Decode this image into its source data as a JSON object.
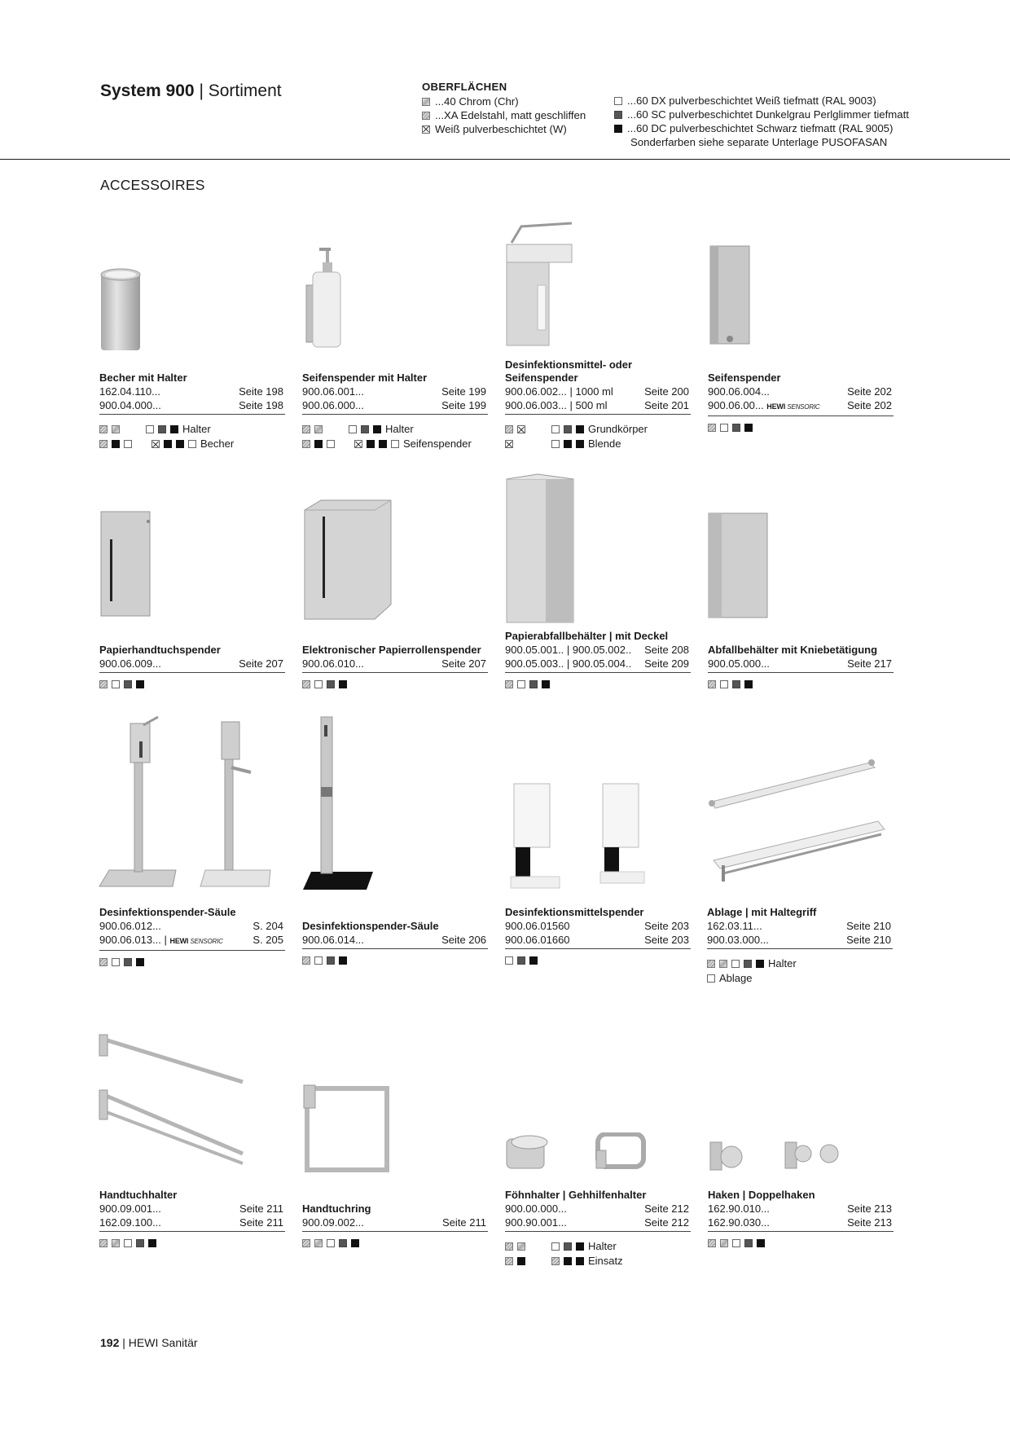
{
  "header": {
    "title_bold": "System 900",
    "title_sep": "|",
    "title_rest": "Sortiment",
    "finishes_heading": "OBERFLÄCHEN",
    "finishes_left": [
      {
        "swatch": "chr",
        "label": "...40 Chrom (Chr)"
      },
      {
        "swatch": "xa",
        "label": "...XA Edelstahl, matt geschliffen"
      },
      {
        "swatch": "w",
        "label": "Weiß pulverbeschichtet (W)"
      }
    ],
    "finishes_right": [
      {
        "swatch": "dx",
        "label": "...60 DX pulverbeschichtet Weiß tiefmatt (RAL 9003)"
      },
      {
        "swatch": "sc",
        "label": "...60 SC pulverbeschichtet Dunkelgrau Perlglimmer tiefmatt"
      },
      {
        "swatch": "dc",
        "label": "...60 DC pulverbeschichtet Schwarz tiefmatt (RAL 9005)"
      }
    ],
    "finishes_note": "Sonderfarben siehe separate Unterlage PUSOFASAN"
  },
  "section_title": "ACCESSOIRES",
  "sensoric": {
    "brand": "HEWI",
    "word": "SENSORIC"
  },
  "products": {
    "p1": {
      "title": "Becher mit Halter",
      "rows": [
        [
          "162.04.110...",
          "Seite 198"
        ],
        [
          "900.04.000...",
          "Seite 198"
        ]
      ],
      "sw_labels": [
        "Halter",
        "Becher"
      ]
    },
    "p2": {
      "title": "Seifenspender mit Halter",
      "rows": [
        [
          "900.06.001...",
          "Seite 199"
        ],
        [
          "900.06.000...",
          "Seite 199"
        ]
      ],
      "sw_labels": [
        "Halter",
        "Seifenspender"
      ]
    },
    "p3": {
      "title_l1": "Desinfektionsmittel- oder",
      "title_l2": "Seifenspender",
      "rows": [
        [
          "900.06.002... | 1000 ml",
          "Seite 200"
        ],
        [
          "900.06.003... | 500 ml",
          "Seite 201"
        ]
      ],
      "sw_labels": [
        "Grundkörper",
        "Blende"
      ]
    },
    "p4": {
      "title": "Seifenspender",
      "rows": [
        [
          "900.06.004...",
          "Seite 202"
        ],
        [
          "900.06.00...",
          "Seite 202"
        ]
      ]
    },
    "p5": {
      "title": "Papierhandtuchspender",
      "rows": [
        [
          "900.06.009...",
          "Seite 207"
        ]
      ]
    },
    "p6": {
      "title": "Elektronischer Papierrollenspender",
      "rows": [
        [
          "900.06.010...",
          "Seite 207"
        ]
      ]
    },
    "p7": {
      "title": "Papierabfallbehälter | mit Deckel",
      "rows": [
        [
          "900.05.001.. | 900.05.002..",
          "Seite 208"
        ],
        [
          "900.05.003.. | 900.05.004..",
          "Seite 209"
        ]
      ]
    },
    "p8": {
      "title": "Abfallbehälter mit Kniebetätigung",
      "rows": [
        [
          "900.05.000...",
          "Seite 217"
        ]
      ]
    },
    "p9": {
      "title": "Desinfektionspender-Säule",
      "rows": [
        [
          "900.06.012...",
          "S. 204"
        ],
        [
          "900.06.013... |",
          "S. 205"
        ]
      ]
    },
    "p10": {
      "title": "Desinfektionspender-Säule",
      "rows": [
        [
          "900.06.014...",
          "Seite 206"
        ]
      ]
    },
    "p11": {
      "title": "Desinfektionsmittelspender",
      "rows": [
        [
          "900.06.01560",
          "Seite 203"
        ],
        [
          "900.06.01660",
          "Seite 203"
        ]
      ]
    },
    "p12": {
      "title": "Ablage | mit Haltegriff",
      "rows": [
        [
          "162.03.11...",
          "Seite 210"
        ],
        [
          "900.03.000...",
          "Seite 210"
        ]
      ],
      "sw_labels": [
        "Halter",
        "Ablage"
      ]
    },
    "p13": {
      "title": "Handtuchhalter",
      "rows": [
        [
          "900.09.001...",
          "Seite 211"
        ],
        [
          "162.09.100...",
          "Seite 211"
        ]
      ]
    },
    "p14": {
      "title": "Handtuchring",
      "rows": [
        [
          "900.09.002...",
          "Seite 211"
        ]
      ]
    },
    "p15": {
      "title": "Föhnhalter | Gehhilfenhalter",
      "rows": [
        [
          "900.00.000...",
          "Seite 212"
        ],
        [
          "900.90.001...",
          "Seite 212"
        ]
      ],
      "sw_labels": [
        "Halter",
        "Einsatz"
      ]
    },
    "p16": {
      "title": "Haken | Doppelhaken",
      "rows": [
        [
          "162.90.010...",
          "Seite 213"
        ],
        [
          "162.90.030...",
          "Seite 213"
        ]
      ]
    }
  },
  "footer": {
    "page": "192",
    "sep": "|",
    "text": "HEWI Sanitär"
  },
  "colors": {
    "chrome": "#b5b5b5",
    "steel": "#a0a0a0",
    "dark_grey": "#555555",
    "black": "#111111",
    "text": "#1a1a1a"
  }
}
